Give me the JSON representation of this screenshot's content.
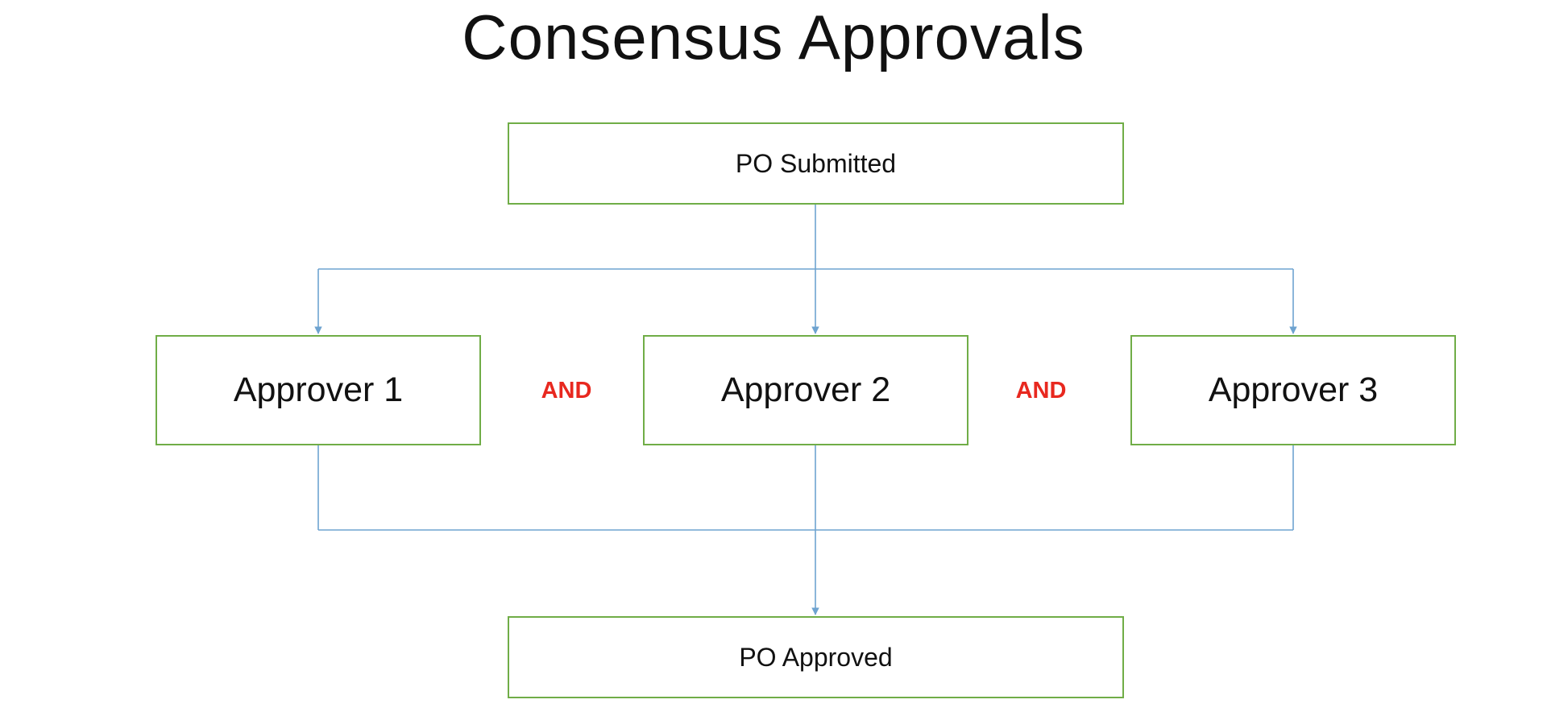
{
  "title": "Consensus Approvals",
  "nodes": {
    "submitted": "PO Submitted",
    "approver_1": "Approver 1",
    "approver_2": "Approver 2",
    "approver_3": "Approver 3",
    "approved": "PO Approved"
  },
  "operators": [
    "AND",
    "AND"
  ],
  "colors": {
    "box_border": "#70ad47",
    "connector": "#6ea3d0",
    "operator_text": "#e8281f"
  }
}
